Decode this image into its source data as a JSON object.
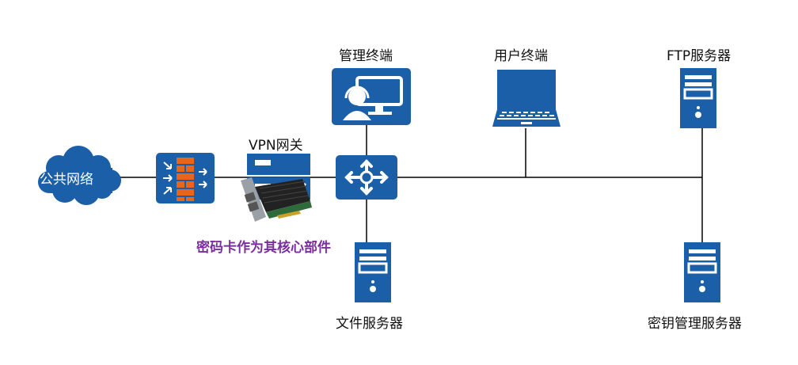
{
  "diagram": {
    "nodes": {
      "public_network": {
        "label": "公共网络",
        "icon": "cloud-icon"
      },
      "firewall": {
        "label": "",
        "icon": "firewall-icon"
      },
      "vpn_gateway": {
        "label": "VPN网关",
        "icon": "vpn-gateway-icon"
      },
      "switch": {
        "label": "",
        "icon": "router-switch-icon"
      },
      "admin_terminal": {
        "label": "管理终端",
        "icon": "admin-terminal-icon"
      },
      "user_terminal": {
        "label": "用户终端",
        "icon": "laptop-icon"
      },
      "ftp_server": {
        "label": "FTP服务器",
        "icon": "server-icon"
      },
      "file_server": {
        "label": "文件服务器",
        "icon": "server-icon"
      },
      "key_mgmt_server": {
        "label": "密钥管理服务器",
        "icon": "server-icon"
      },
      "crypto_card": {
        "label": "",
        "icon": "pcie-card-icon"
      }
    },
    "annotation": "密码卡作为其核心部件",
    "colors": {
      "icon_blue": "#1b5fa8",
      "firewall_orange": "#e8661c",
      "annotation_purple": "#7b2f9e",
      "line": "#000000"
    }
  }
}
